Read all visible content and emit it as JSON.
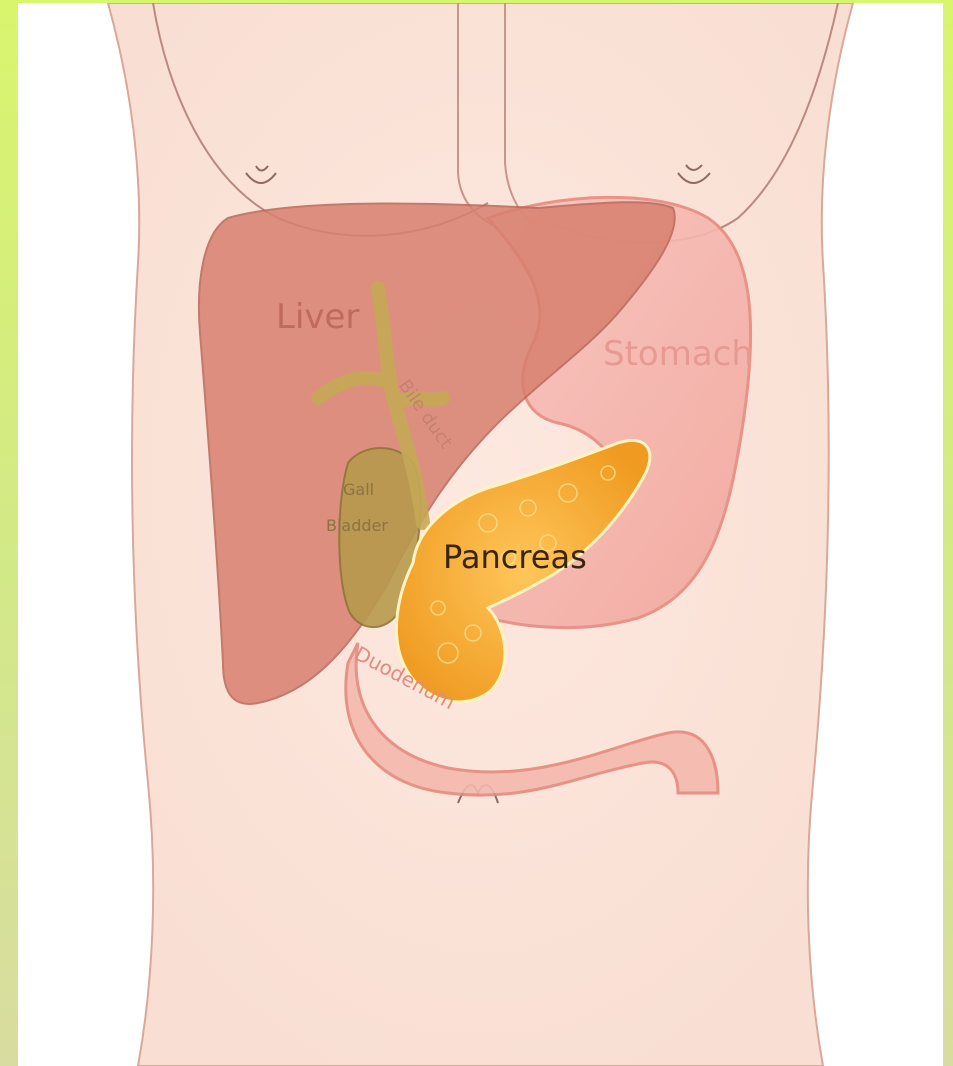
{
  "labels": {
    "liver": "Liver",
    "stomach": "Stomach",
    "bile_duct": "Bile duct",
    "gall_bladder_line1": "Gall",
    "gall_bladder_line2": "Bladder",
    "pancreas": "Pancreas",
    "duodenum": "Duodenum"
  },
  "colors": {
    "border_top": "#d8f56e",
    "border_bottom": "#d9dca0",
    "skin": "#fbe4da",
    "skin_outline": "#cf9a8a",
    "liver": "#d9806e",
    "liver_label": "#c06a5c",
    "stomach": "#f4b2aa",
    "stomach_label": "#e79a92",
    "gall_bladder": "#b89a4e",
    "pancreas": "#f4a830",
    "pancreas_label": "#3a2410",
    "duodenum": "#f3b0a6"
  }
}
